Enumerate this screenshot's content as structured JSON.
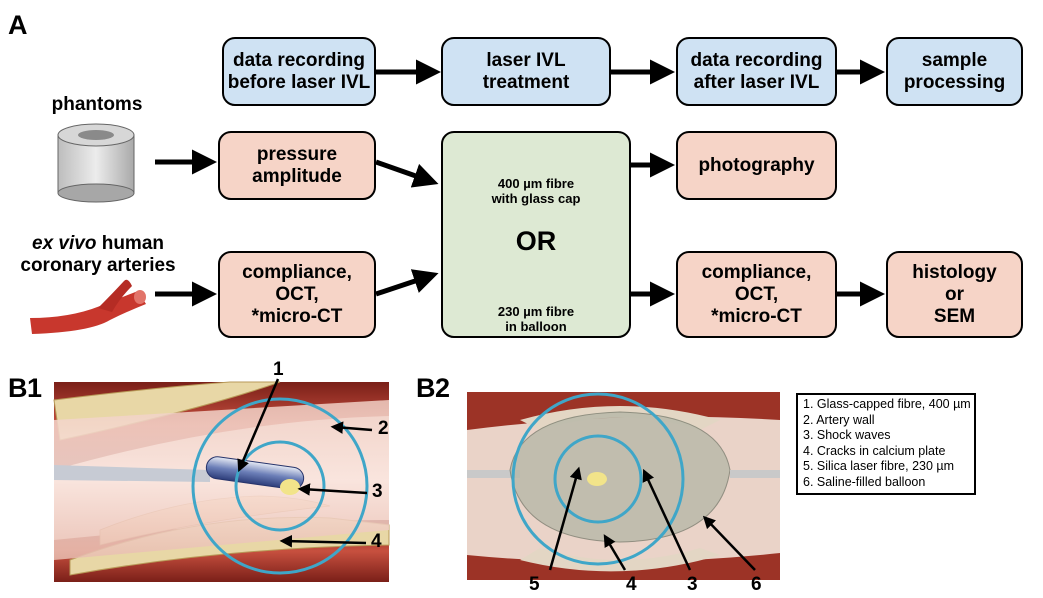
{
  "panel_a": {
    "label": "A",
    "boxes": {
      "data_before": "data recording\nbefore laser IVL",
      "laser_ivl": "laser IVL\ntreatment",
      "data_after": "data recording\nafter laser IVL",
      "sample_processing": "sample\nprocessing",
      "pressure": "pressure\namplitude",
      "compliance_before": "compliance,\nOCT,\n*micro-CT",
      "photography": "photography",
      "compliance_after": "compliance,\nOCT,\n*micro-CT",
      "histology": "histology\nor\nSEM"
    },
    "center": {
      "fibre1": "400 µm fibre\nwith glass cap",
      "or": "OR",
      "fibre2": "230 µm fibre\nin balloon"
    },
    "phantoms_label": "phantoms",
    "arteries_label_italic": "ex vivo",
    "arteries_label_rest": " human\ncoronary arteries"
  },
  "panel_b1": {
    "label": "B1",
    "numbers": [
      "1",
      "2",
      "3",
      "4"
    ]
  },
  "panel_b2": {
    "label": "B2",
    "numbers": [
      "5",
      "4",
      "3",
      "6"
    ]
  },
  "legend": [
    "1. Glass-capped fibre, 400 µm",
    "2. Artery wall",
    "3. Shock waves",
    "4. Cracks in calcium plate",
    "5. Silica laser fibre, 230 µm",
    "6. Saline-filled balloon"
  ],
  "colors": {
    "blue_box": "#cfe2f3",
    "peach_box": "#f6d4c7",
    "green_box": "#dde9d3",
    "artery_red": "#c8372d",
    "shock_ring": "#3fa6c8"
  }
}
